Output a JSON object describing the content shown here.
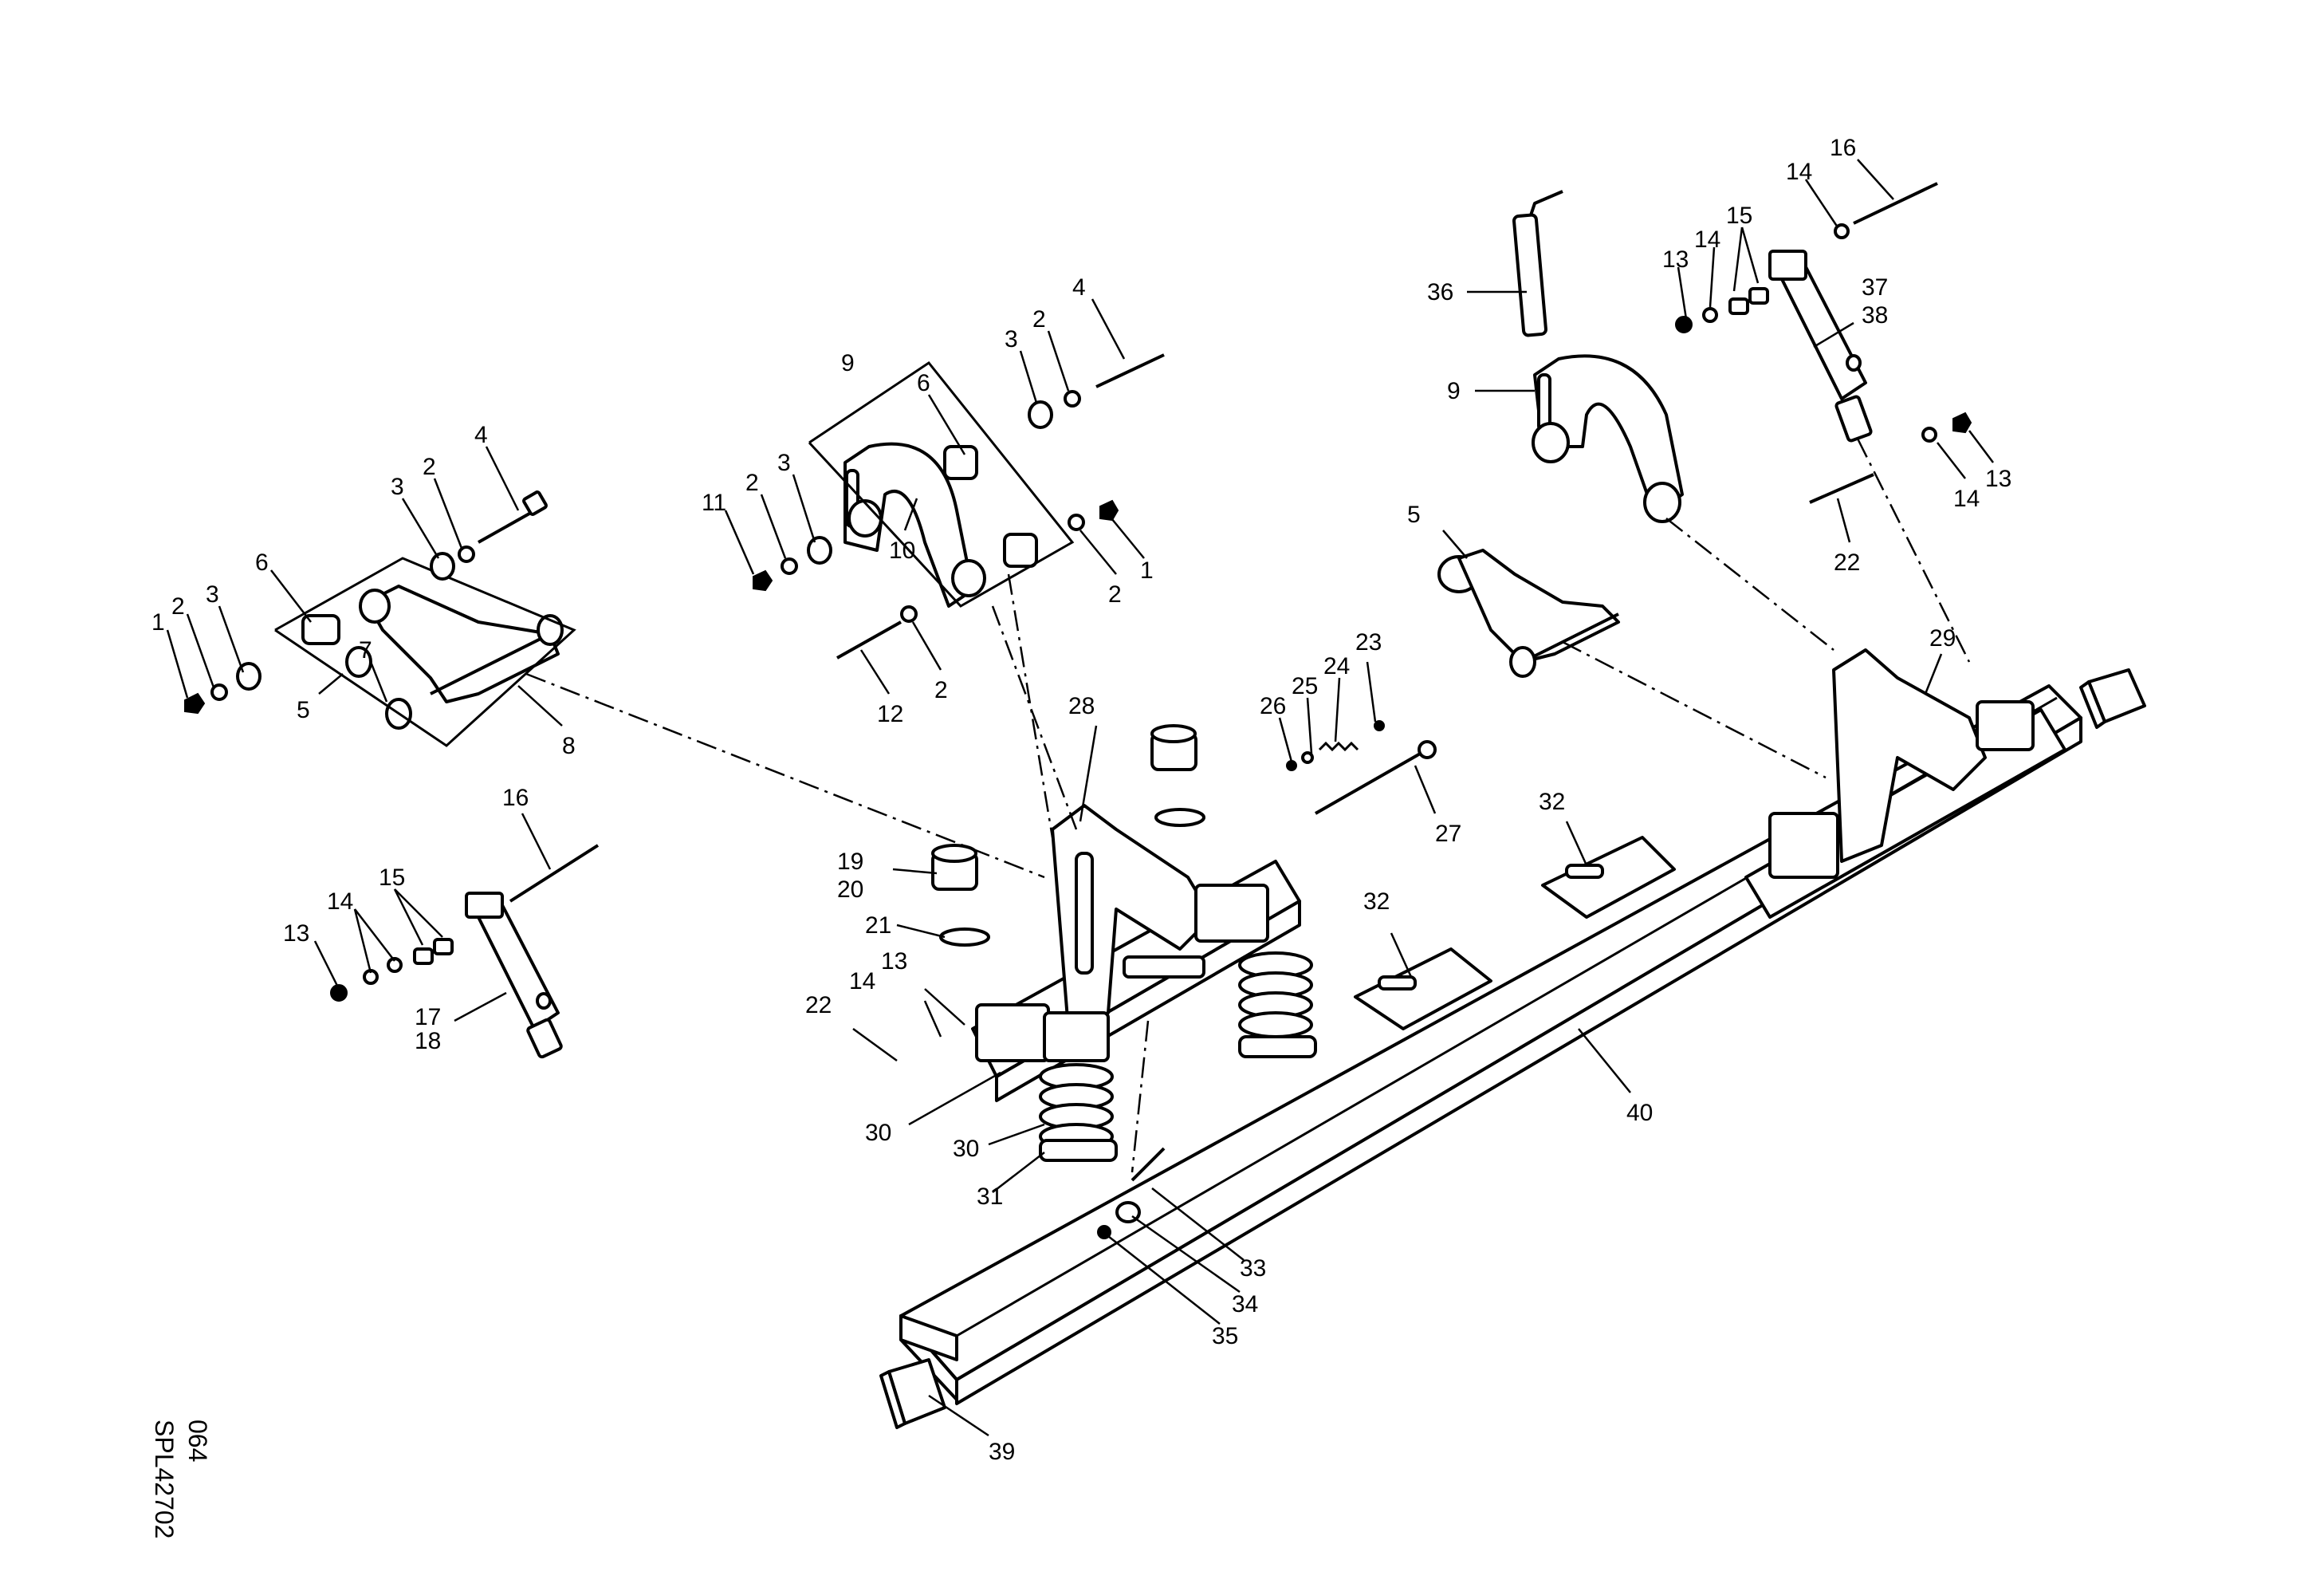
{
  "drawing": {
    "code_line1": "SPL42702",
    "code_line2": "064"
  },
  "callouts": [
    "1",
    "2",
    "3",
    "4",
    "5",
    "6",
    "7",
    "8",
    "9",
    "10",
    "11",
    "12",
    "13",
    "14",
    "15",
    "16",
    "17",
    "18",
    "19",
    "20",
    "21",
    "22",
    "23",
    "24",
    "25",
    "26",
    "27",
    "28",
    "29",
    "30",
    "31",
    "32",
    "33",
    "34",
    "35",
    "36",
    "37",
    "38",
    "39",
    "40"
  ]
}
